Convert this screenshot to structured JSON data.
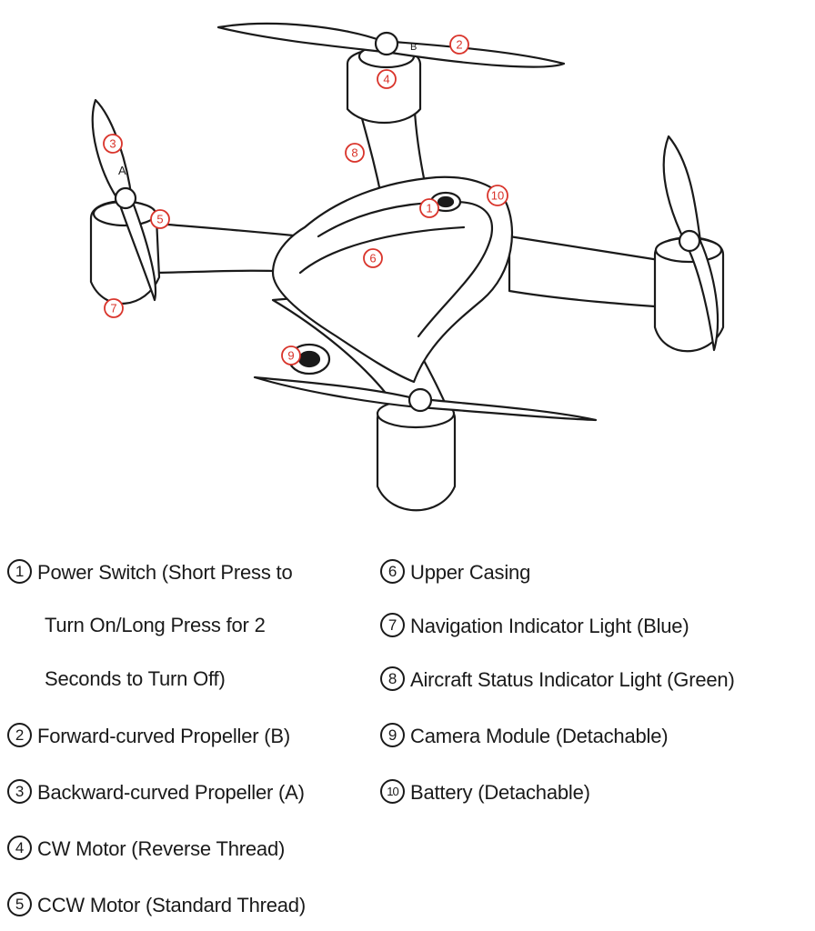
{
  "callouts": [
    "1",
    "2",
    "3",
    "4",
    "5",
    "6",
    "7",
    "8",
    "9",
    "10"
  ],
  "propeller_labels": {
    "a": "A",
    "b": "B"
  },
  "legend": {
    "items": [
      {
        "num": "1",
        "lines": [
          "Power Switch (Short Press to",
          "Turn On/Long Press for 2",
          "Seconds to Turn Off)"
        ]
      },
      {
        "num": "2",
        "lines": [
          "Forward-curved Propeller (B)"
        ]
      },
      {
        "num": "3",
        "lines": [
          "Backward-curved Propeller (A)"
        ]
      },
      {
        "num": "4",
        "lines": [
          "CW Motor (Reverse Thread)"
        ]
      },
      {
        "num": "5",
        "lines": [
          "CCW Motor (Standard Thread)"
        ]
      },
      {
        "num": "6",
        "lines": [
          "Upper Casing"
        ]
      },
      {
        "num": "7",
        "lines": [
          "Navigation Indicator Light (Blue)"
        ]
      },
      {
        "num": "8",
        "lines": [
          "Aircraft Status Indicator Light (Green)"
        ]
      },
      {
        "num": "9",
        "lines": [
          "Camera Module (Detachable)"
        ]
      },
      {
        "num": "10",
        "lines": [
          "Battery (Detachable)"
        ]
      }
    ]
  },
  "colors": {
    "callout": "#d9342b",
    "line": "#1a1a1a"
  }
}
